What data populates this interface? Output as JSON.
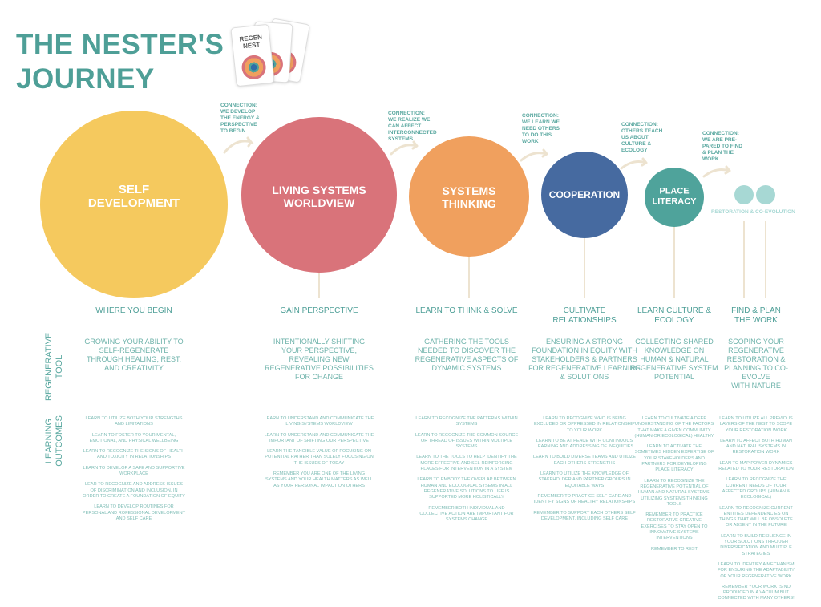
{
  "title": [
    "THE NESTER'S",
    "JOURNEY"
  ],
  "logo": {
    "text": [
      "REGEN",
      "NEST"
    ]
  },
  "colors": {
    "teal": "#4e9f97",
    "self": "#f5c95e",
    "living": "#d9737a",
    "systems": "#f0a05e",
    "cooperation": "#466aa0",
    "place": "#4fa39b",
    "restoration": "#a7d8d4",
    "arrow": "#ede3d0"
  },
  "row_labels": {
    "tool": [
      "REGENERATIVE",
      "TOOL"
    ],
    "outcomes": [
      "LEARNING",
      "OUTCOMES"
    ]
  },
  "connections": [
    [
      "CONNECTION:",
      "WE DEVELOP",
      "THE ENERGY &",
      "PERSPECTIVE",
      "TO BEGIN"
    ],
    [
      "CONNECTION:",
      "WE REALIZE WE",
      "CAN AFFECT",
      "INTERCONNECTED",
      "SYSTEMS"
    ],
    [
      "CONNECTION:",
      "WE LEARN WE",
      "NEED OTHERS",
      "TO DO THIS",
      "WORK"
    ],
    [
      "CONNECTION:",
      "OTHERS TEACH",
      "US ABOUT",
      "CULTURE &",
      "ECOLOGY"
    ],
    [
      "CONNECTION:",
      "WE ARE PRE-",
      "PARED TO FIND",
      "& PLAN THE",
      "WORK"
    ]
  ],
  "stages": [
    {
      "circle": [
        "SELF",
        "DEVELOPMENT"
      ],
      "label": [
        "WHERE YOU BEGIN"
      ],
      "tool": [
        "GROWING YOUR ABILITY TO",
        "SELF-REGENERATE",
        "THROUGH HEALING, REST,",
        "AND CREATIVITY"
      ],
      "outcomes": [
        "LEARN TO UTILIZE BOTH YOUR STRENGTHS AND LIMITATIONS",
        "LEARN TO FOSTER TO YOUR MENTAL, EMOTIONAL, AND PHYSICAL WELLBEING",
        "LEARN TO RECOGNIZE THE SIGNS OF HEALTH AND TOXICITY IN RELATIONSHIPS",
        "LEARN TO DEVELOP A SAFE AND SUPPORTIVE WORKPLACE",
        "LEAR TO RECOGNIZE AND ADDRESS ISSUES OF DISCRIMINATION AND INCLUSION, IN ORDER TO CREATE A FOUNDATION OF EQUITY",
        "LEARN TO DEVELOP ROUTINES FOR PERSONAL AND ROFESSIONAL DEVELOPMENT AND SELF CARE"
      ]
    },
    {
      "circle": [
        "LIVING SYSTEMS",
        "WORLDVIEW"
      ],
      "label": [
        "GAIN PERSPECTIVE"
      ],
      "tool": [
        "INTENTIONALLY SHIFTING",
        "YOUR PERSPECTIVE,",
        "REVEALING NEW",
        "REGENERATIVE POSSIBILITIES",
        "FOR CHANGE"
      ],
      "outcomes": [
        "LEARN TO UNDERSTAND AND COMMUNICATE THE LIVING SYSTEMS WORLDVIEW",
        "LEARN TO UNDERSTAND AND COMMUNICATE THE IMPORTANT OF SHIFTING OUR PERSPECTIVE",
        "LEARN THE TANGIBLE VALUE OF FOCUSING ON POTENTIAL RATHER THAN SOLELY FOCUSING ON THE ISSUES OF TODAY",
        "REMEMBER YOU ARE ONE OF THE LIVING SYSTEMS AND YOUR HEALTH MATTERS AS WELL AS YOUR PERSONAL IMPACT ON OTHERS"
      ]
    },
    {
      "circle": [
        "SYSTEMS",
        "THINKING"
      ],
      "label": [
        "LEARN TO THINK & SOLVE"
      ],
      "tool": [
        "GATHERING THE TOOLS",
        "NEEDED TO DISCOVER THE",
        "REGENERATIVE ASPECTS OF",
        "DYNAMIC SYSTEMS"
      ],
      "outcomes": [
        "LEARN TO RECOGNIZE THE PATTERNS WITHIN SYSTEMS",
        "LEARN TO RECOGNIZE THE COMMON SOURCE OR THREAD OF ISSUES WITHIN MULTIPLE SYSTEMS",
        "LEARN TO THE TOOLS TO HELP IDENTIFY THE MORE EFFECTIVE AND SEL-REINFORCING PLACES FOR INTERVENTION IN A SYSTEM",
        "LEARN TO EMBODY THE OVERLAP BETWEEN HUMAN AND ECOLOGICAL SYSEMS IN ALL REGENERATIVE SOLUTIONS TO LIFE IS SUPPORTED MORE HOLISTICALLY",
        "REMEMBER BOTH INDIVIDUAL AND COLLECTIVE ACTION ARE IMPORTANT FOR SYSTEMS CHANGE"
      ]
    },
    {
      "circle": [
        "COOPERATION"
      ],
      "label": [
        "CULTIVATE",
        "RELATIONSHIPS"
      ],
      "tool": [
        "ENSURING A STRONG",
        "FOUNDATION IN EQUITY WITH",
        "STAKEHOLDERS & PARTNERS",
        "FOR REGENERATIVE LEARNING",
        "& SOLUTIONS"
      ],
      "outcomes": [
        "LEARN TO RECOGNIZE WHO IS BEING EXCLUDED OR OPPRESSED IN RELATIONSHIP TO YOUR WORK",
        "LEARN TO BE AT PEACE WITH CONTINUOUS LEARNING AND ADDRESSING OF INEQUITIES",
        "LEARN TO BUILD DIVERSE TEAMS AND UTILIZE EACH OTHERS STRENGTHS",
        "LEARN TO UTILIZE THE KNOWLEDGE OF STAKEHOLDER AND PARTNER GROUPS IN EQUITABLE WAYS",
        "REMEMBER TO PRACTICE SELF CARE AND IDENTIFY SIGNS OF HEALTHY RELATIONSHIPS",
        "REMEMBER TO SUPPORT EACH OTHERS SELF DEVELOPMENT, INCLUDING SELF CARE"
      ]
    },
    {
      "circle": [
        "PLACE",
        "LITERACY"
      ],
      "label": [
        "LEARN CULTURE &",
        "ECOLOGY"
      ],
      "tool": [
        "COLLECTING SHARED",
        "KNOWLEDGE ON",
        "HUMAN & NATURAL",
        "REGENERATIVE SYSTEM",
        "POTENTIAL"
      ],
      "outcomes": [
        "LEARN TO CULTIVATE A DEEP UNDERSTANDING OF THE FACTORS THAT MAKE A GIVEN COMMUNITY (HUMAN OR ECOLOGICAL) HEALTHY",
        "LEARN TO ACTIVATE THE SOMETIMES HIDDEN EXPERTISE OF YOUR STAKEHOLDERS AND PARTNERS FOR DEVELOPING PLACE LITERACY",
        "LEARN TO RECOGNIZE THE REGENERATIVE POTENTIAL OF HUMAN AND NATURAL SYSTEMS, UTILIZING SYSTEMS THINKING TOOLS",
        "REMEMBER TO PRACTICE RESTORATIVE CREATIVE EXERCISES TO STAY OPEN TO INNOVATIVE SYSTEMS INTERVENTIONS",
        "REMEMBER TO REST"
      ]
    },
    {
      "circle": [
        "RESTORATION & CO-EVOLUTION"
      ],
      "label": [
        "FIND & PLAN",
        "THE WORK"
      ],
      "tool": [
        "SCOPING YOUR",
        "REGENERATIVE",
        "RESTORATION &",
        "PLANNING TO CO-EVOLVE",
        "WITH NATURE"
      ],
      "outcomes": [
        "LEARN TO UTILIZE ALL PREVIOUS LAYERS OF THE NEST TO SCOPE YOUR RESTORATION WORK",
        "LEARN TO AFFECT BOTH HUMAN AND NATURAL SYSTEMS IN RESTORATION WORK",
        "LEAN TO MAP POWER DYNAMICS RELATED TO YOUR RESTORATION",
        "LEARN TO RECOGNIZE THE CURRENT NEEDS OF YOUR AFFECTED GROUPS (HUMAN & ECOLOGICAL)",
        "LEARN TO RECOGNIZE CURRENT ENTITIES DEPENDENCIES ON THINGS THAT WILL BE OBSOLETE OR ABSENT IN THE FUTURE",
        "LEARN TO BUILD RESILIENCE IN YOUR SOLUTIONS THROUGH DIVERSIFICATION AND MULTIPLE STRATEGIES",
        "LEARN TO IDENTIFY A MECHANISM FOR ENSURING THE ADAPTABILITY OF YOUR REGENERATIVE WORK",
        "REMEMBER YOUR WORK IS NO PRODUCED IN A VACUUM BUT CONNECTED WITH MANY OTHERS!"
      ]
    }
  ]
}
